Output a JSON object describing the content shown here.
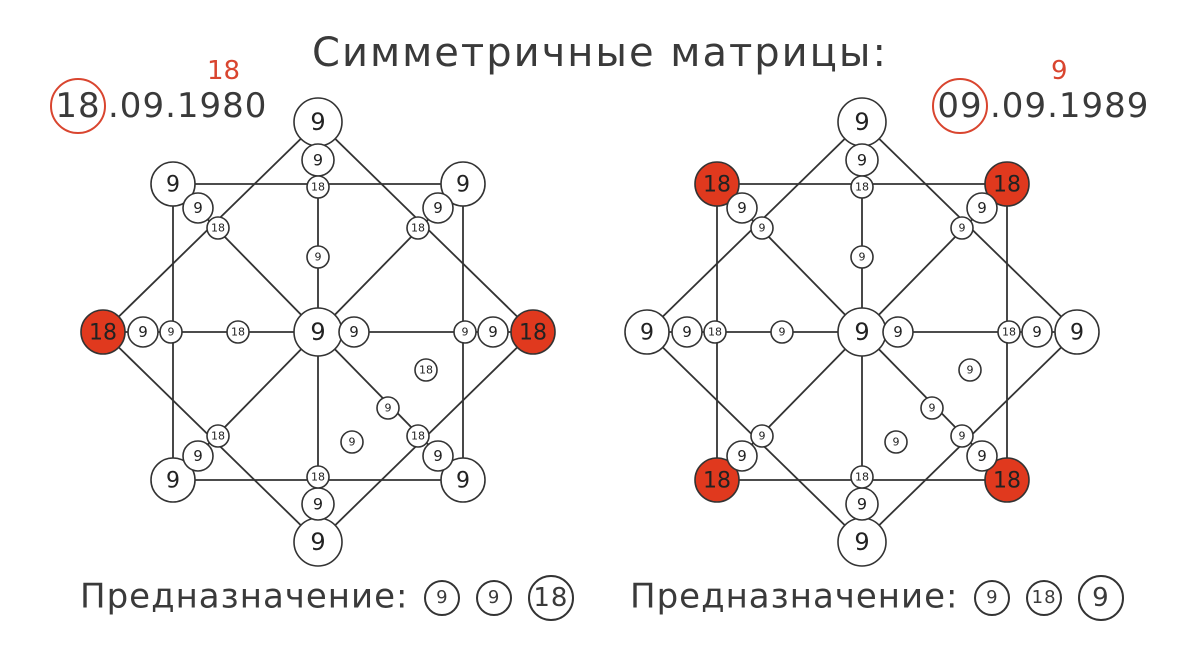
{
  "title": "Симметричные матрицы:",
  "left": {
    "date_circled": "18",
    "date_rest": ".09.1980",
    "date_sup": "18",
    "purpose_label": "Предназначение:",
    "purpose_values": [
      "9",
      "9",
      "18"
    ],
    "nodes": {
      "top": "9",
      "top_inner": "9",
      "top_inner2": "18",
      "center_upper": "9",
      "bottom": "9",
      "bottom_inner": "9",
      "bottom_inner2": "18",
      "left": "18",
      "left_inner": "9",
      "left_inner2": "9",
      "left_mid": "18",
      "right": "18",
      "right_inner": "9",
      "right_inner2": "9",
      "center": "9",
      "center_right": "9",
      "tl": "9",
      "tl_inner": "9",
      "tl_inner2": "18",
      "tr": "9",
      "tr_inner": "9",
      "tr_inner2": "18",
      "bl": "9",
      "bl_inner": "9",
      "bl_inner2": "18",
      "br": "9",
      "br_inner": "9",
      "br_inner2": "18",
      "diag_a": "18",
      "diag_b": "9",
      "diag_c": "9"
    },
    "red_nodes": [
      "left",
      "right"
    ]
  },
  "right": {
    "date_circled": "09",
    "date_rest": ".09.1989",
    "date_sup": "9",
    "purpose_label": "Предназначение:",
    "purpose_values": [
      "9",
      "18",
      "9"
    ],
    "nodes": {
      "top": "9",
      "top_inner": "9",
      "top_inner2": "18",
      "center_upper": "9",
      "bottom": "9",
      "bottom_inner": "9",
      "bottom_inner2": "18",
      "left": "9",
      "left_inner": "9",
      "left_inner2": "18",
      "left_mid": "9",
      "right": "9",
      "right_inner": "9",
      "right_inner2": "18",
      "center": "9",
      "center_right": "9",
      "tl": "18",
      "tl_inner": "9",
      "tl_inner2": "9",
      "tr": "18",
      "tr_inner": "9",
      "tr_inner2": "9",
      "bl": "18",
      "bl_inner": "9",
      "bl_inner2": "9",
      "br": "18",
      "br_inner": "9",
      "br_inner2": "9",
      "diag_a": "9",
      "diag_b": "9",
      "diag_c": "9"
    },
    "red_nodes": [
      "tl",
      "tr",
      "bl",
      "br"
    ]
  },
  "colors": {
    "accent_red": "#d9452f",
    "fill_red": "#e0391e",
    "ink": "#333333"
  }
}
